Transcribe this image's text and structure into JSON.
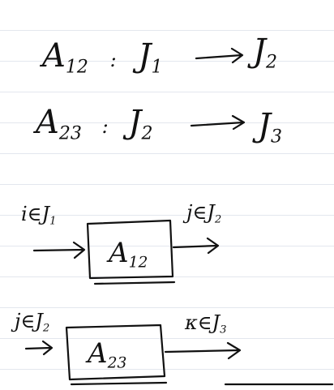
{
  "equations": [
    {
      "map": "A",
      "map_sub": "12",
      "sep": ":",
      "from": "J",
      "from_sub": "1",
      "to": "J",
      "to_sub": "2"
    },
    {
      "map": "A",
      "map_sub": "23",
      "sep": ":",
      "from": "J",
      "from_sub": "2",
      "to": "J",
      "to_sub": "3"
    }
  ],
  "diagram1": {
    "input": "i∈J",
    "input_sub": "1",
    "box": "A",
    "box_sub": "12",
    "output": "j∈J",
    "output_sub": "2"
  },
  "diagram2": {
    "input": "j∈J",
    "input_sub": "2",
    "box": "A",
    "box_sub": "23",
    "output": "κ∈J",
    "output_sub": "3"
  }
}
